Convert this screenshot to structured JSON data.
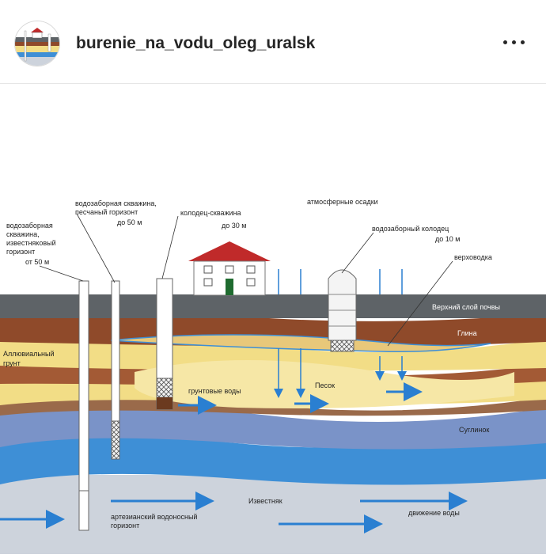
{
  "header": {
    "username": "burenie_na_vodu_oleg_uralsk",
    "more_icon": "ellipsis-icon"
  },
  "diagram": {
    "labels": {
      "well_limestone": [
        "водозаборная",
        "скважина,",
        "известняковый",
        "горизонт"
      ],
      "well_limestone_depth": "от 50 м",
      "well_sand": [
        "водозаборная скважина,",
        "песчаный горизонт"
      ],
      "well_sand_depth": "до 50 м",
      "well_shaft": "колодец-скважина",
      "well_shaft_depth": "до 30 м",
      "precipitation": "атмосферные осадки",
      "dug_well": "водозаборный колодец",
      "dug_well_depth": "до 10 м",
      "perched_water": "верховодка",
      "topsoil": "Верхний слой почвы",
      "clay": "Глина",
      "alluvial": [
        "Аллювиальный",
        "грунт"
      ],
      "sand": "Песок",
      "groundwater": "грунтовые воды",
      "loam": "Суглинок",
      "limestone": "Известняк",
      "artesian": [
        "артезианский водоносный",
        "горизонт"
      ],
      "water_flow": "движение воды"
    },
    "colors": {
      "topsoil": "#5e6367",
      "clay": "#8f4a2a",
      "sand": "#f2dd86",
      "loam": "#7a93c8",
      "aquifer": "#3e8fd6",
      "limestone": "#cdd3dc",
      "roof": "#c02a2a",
      "arrow": "#2a7fd1"
    }
  }
}
